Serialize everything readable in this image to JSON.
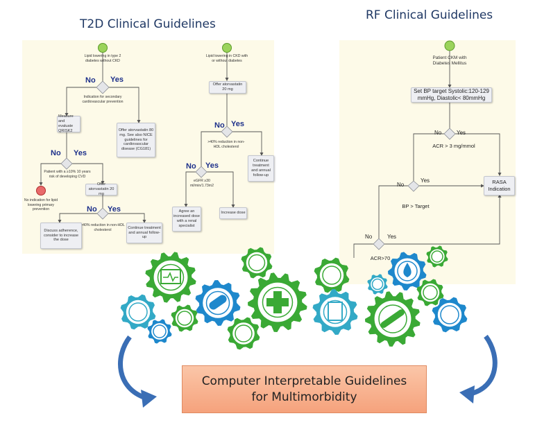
{
  "titles": {
    "t2d": "T2D Clinical Guidelines",
    "rf": "RF Clinical Guidelines"
  },
  "t2d": {
    "start_a": "Lipid lowering in type 2 diabetes without CKD",
    "start_b": "Lipid lowering in CKD with or without diabetes",
    "no": "No",
    "yes": "Yes",
    "indication": "Indication for secondary cardiovascular prevention",
    "measure": "Measure and evaluate QRISK2",
    "offer80": "Offer atorvastatin 80 mg. See also NICE guidelines for cardiovascular disease (CG181)",
    "patient10": "Patient with a ≥10% 10 years risk of developing CVD",
    "no_indication": "No indication for lipid lowering primary prevention",
    "offer20a": "Offer atorvastatin 20 mg",
    "reduction_a": ">40% reduction in non-HDL cholesterol",
    "discuss": "Discuss adherence, consider to increase the dose",
    "continue_a": "Continue treatment and annual follow-up",
    "offer20b": "Offer atorvastatin 20 mg",
    "reduction_b": ">40% reduction in non-HDL cholesterol",
    "continue_b": "Continue treatment and annual follow-up",
    "egfr": "eGFR ≥30 ml/min/1.73m2",
    "agree": "Agree an increased dose with a renal specialist",
    "increase": "Increase dose"
  },
  "rf": {
    "patient": "Patient CKM with Diabetes Mellitus",
    "bp_target": "Set BP target Systolic:120-129 mmHg, Diastolic< 80mmHg",
    "no": "No",
    "yes": "Yes",
    "acr3": "ACR > 3 mg/mmol",
    "rasa": "RASA Indication",
    "bp_gt": "BP > Target",
    "acr70": "ACR>70"
  },
  "cig": {
    "line1": "Computer Interpretable Guidelines",
    "line2": "for Multimorbidity"
  },
  "icons": [
    "heart-monitor-icon",
    "medicine-bottle-icon",
    "pill-capsule-icon",
    "medical-cross-icon",
    "tooth-icon",
    "eye-icon",
    "bandage-icon",
    "test-tube-icon",
    "nurse-icon",
    "water-drop-icon",
    "medical-bag-icon",
    "clipboard-icon",
    "pills-icon",
    "dna-icon",
    "thermometer-icon",
    "ambulance-icon"
  ],
  "colors": {
    "title": "#1f3864",
    "gear_green": "#3aa935",
    "gear_teal": "#32a9c6",
    "gear_blue": "#1e88cc",
    "arrow": "#3a6eb5",
    "cig_fill": "#f7ae88",
    "panel": "#fdfae8"
  }
}
